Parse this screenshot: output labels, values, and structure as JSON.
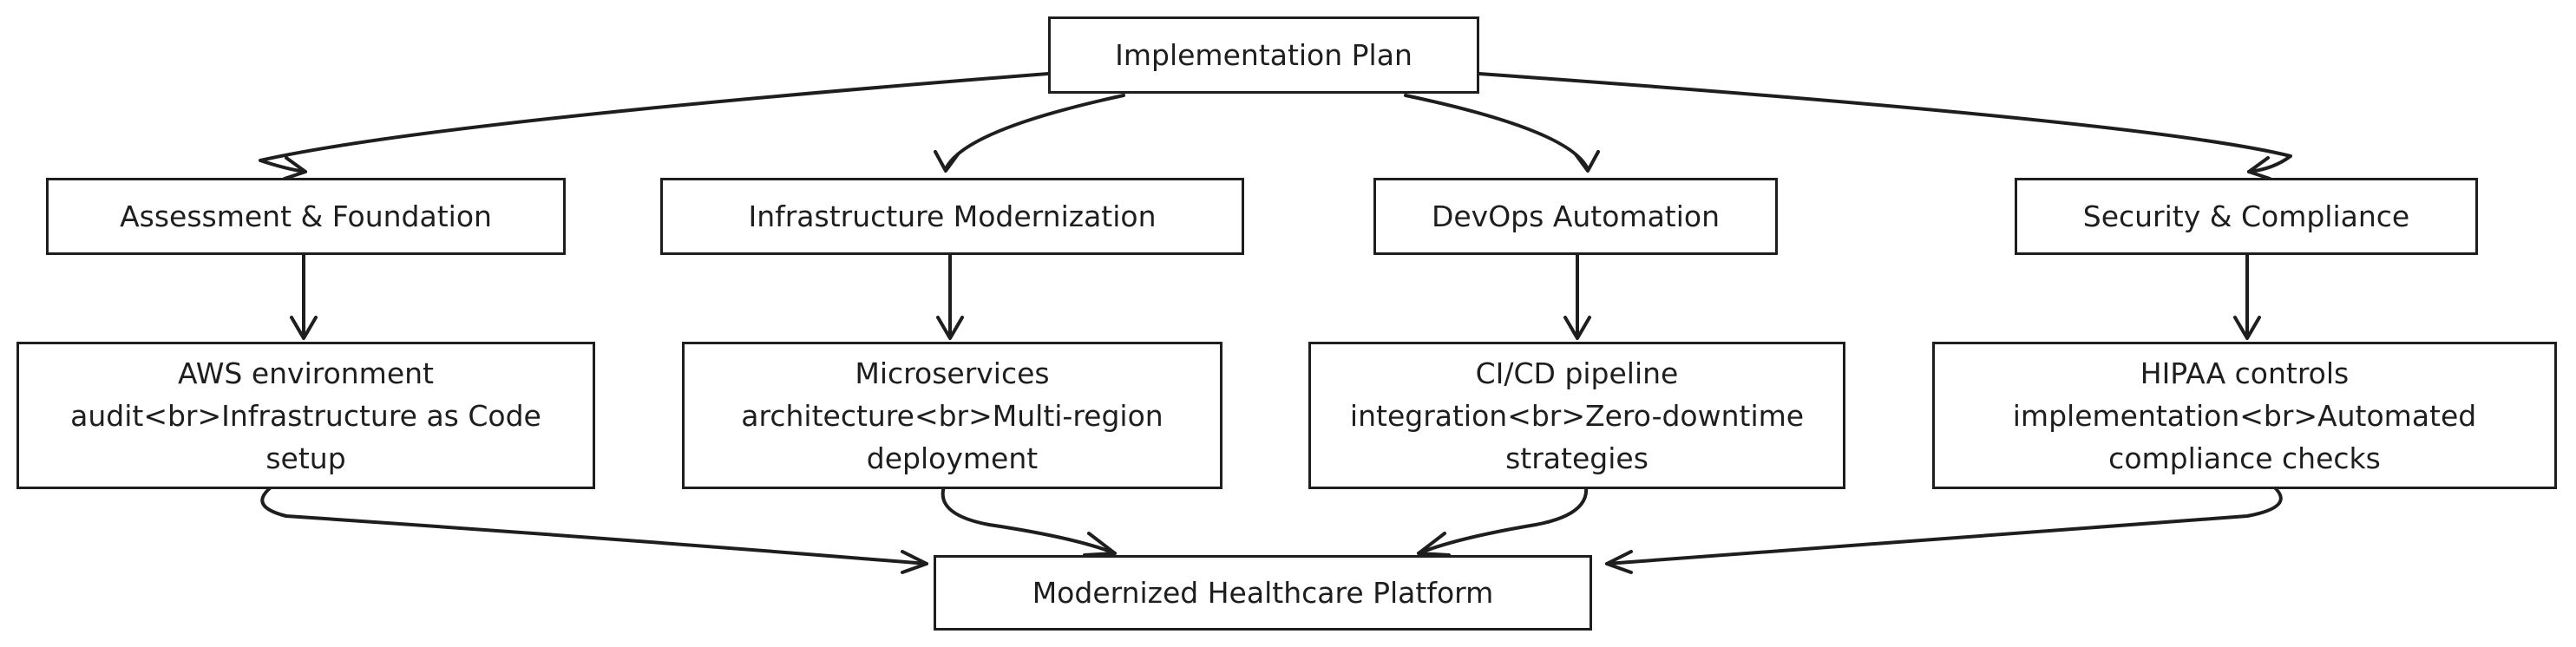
{
  "root": {
    "label": "Implementation Plan"
  },
  "phases": [
    {
      "label": "Assessment & Foundation",
      "detail": "AWS environment audit<br>Infrastructure as Code setup"
    },
    {
      "label": "Infrastructure Modernization",
      "detail": "Microservices architecture<br>Multi-region deployment"
    },
    {
      "label": "DevOps Automation",
      "detail": "CI/CD pipeline integration<br>Zero-downtime strategies"
    },
    {
      "label": "Security & Compliance",
      "detail": "HIPAA controls implementation<br>Automated compliance checks"
    }
  ],
  "outcome": {
    "label": "Modernized Healthcare Platform"
  }
}
